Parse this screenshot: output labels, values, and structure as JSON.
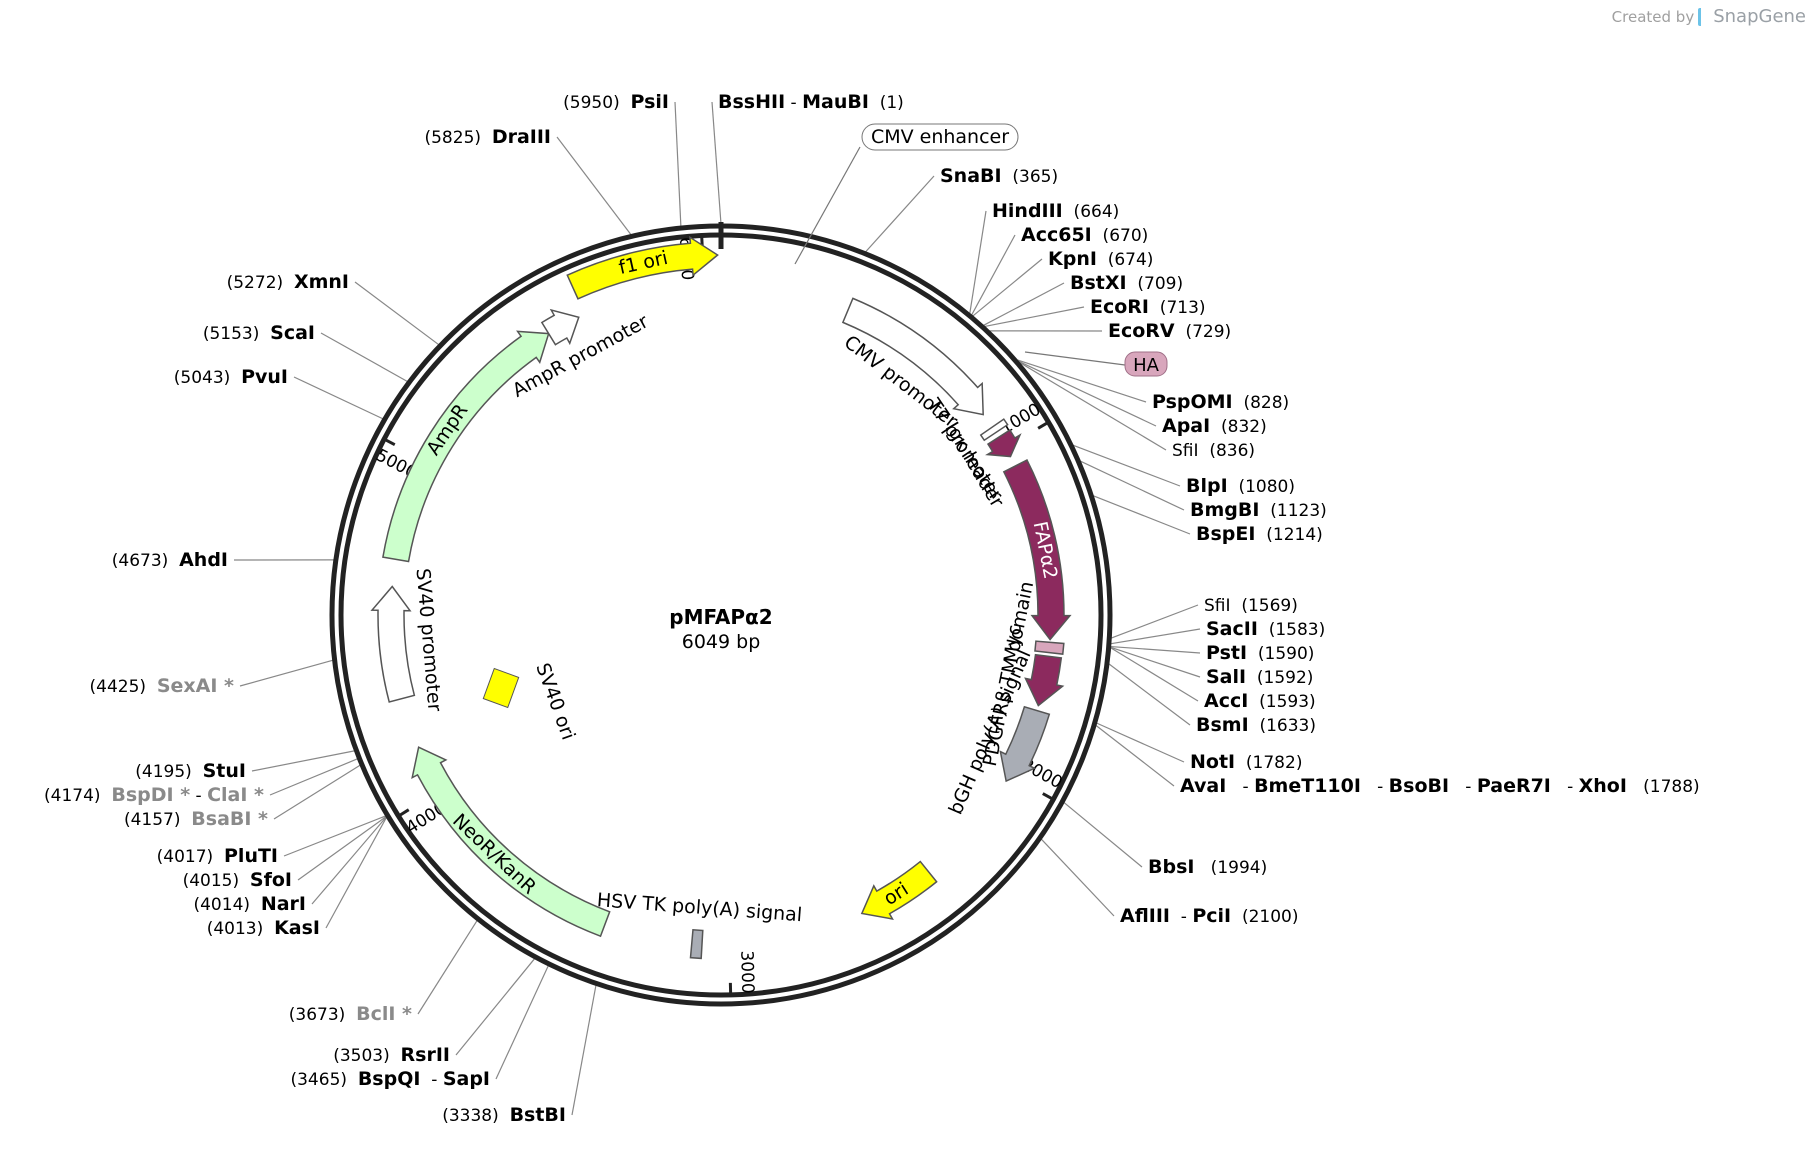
{
  "credit": {
    "created_by": "Created by",
    "brand": "SnapGene"
  },
  "plasmid": {
    "name": "pMFAPα2",
    "size_label": "6049 bp",
    "length_bp": 6049
  },
  "ticks": [
    "1000",
    "2000",
    "3000",
    "4000",
    "5000",
    "6000"
  ],
  "features": [
    {
      "id": "cmv-promoter",
      "label": "CMV promoter",
      "start": 380,
      "end": 884,
      "color": "#ffffff",
      "text_color": "#000000",
      "label_mode": "outside"
    },
    {
      "id": "cmv-enhancer",
      "label": "CMV enhancer",
      "start": 12,
      "end": 380,
      "color": "#ffffff",
      "text_color": "#000000",
      "label_mode": "callout"
    },
    {
      "id": "t7-promoter",
      "label": "T7 promoter",
      "start": 929,
      "end": 948,
      "color": "#ffffff",
      "text_color": "#000000",
      "label_mode": "outside"
    },
    {
      "id": "igk-leader",
      "label": "Igκ leader",
      "start": 964,
      "end": 1030,
      "color": "#8c2a5e",
      "text_color": "#000000",
      "label_mode": "outside"
    },
    {
      "id": "ha",
      "label": "HA",
      "start": 1033,
      "end": 1060,
      "color": "#d8a6bc",
      "text_color": "#000000",
      "label_mode": "callout"
    },
    {
      "id": "fapa2",
      "label": "FAPα2",
      "start": 1061,
      "end": 1584,
      "color": "#8c2a5e",
      "text_color": "#ffffff",
      "label_mode": "inside"
    },
    {
      "id": "myc",
      "label": "Myc",
      "start": 1592,
      "end": 1622,
      "color": "#d8a6bc",
      "text_color": "#000000",
      "label_mode": "outside"
    },
    {
      "id": "pdgfr-tm",
      "label": "PDGFRβ TM domain",
      "start": 1633,
      "end": 1780,
      "color": "#8c2a5e",
      "text_color": "#000000",
      "label_mode": "outside"
    },
    {
      "id": "bgh-polya",
      "label": "bGH poly(A) signal",
      "start": 1795,
      "end": 2020,
      "color": "#a9adb5",
      "text_color": "#000000",
      "label_mode": "outside"
    },
    {
      "id": "ori",
      "label": "ori",
      "start": 2370,
      "end": 2600,
      "color": "#ffff00",
      "text_color": "#000000",
      "label_mode": "inside"
    },
    {
      "id": "hsv-tk-polya",
      "label": "HSV TK poly(A) signal",
      "start": 3080,
      "end": 3110,
      "color": "#a9adb5",
      "text_color": "#000000",
      "label_mode": "outside"
    },
    {
      "id": "neo-kan",
      "label": "NeoR/KanR",
      "start": 3370,
      "end": 4140,
      "color": "#ccffcc",
      "text_color": "#000000",
      "label_mode": "inside"
    },
    {
      "id": "sv40-promoter",
      "label": "SV40 promoter",
      "start": 4290,
      "end": 4620,
      "color": "#ffffff",
      "text_color": "#000000",
      "label_mode": "outside"
    },
    {
      "id": "sv40-ori",
      "label": "SV40 ori",
      "start": 0,
      "end": 0,
      "color": "#ffff00",
      "text_color": "#000000",
      "label_mode": "standalone"
    },
    {
      "id": "ampr",
      "label": "AmpR",
      "start": 4700,
      "end": 5520,
      "color": "#ccffcc",
      "text_color": "#000000",
      "label_mode": "inside"
    },
    {
      "id": "ampr-promoter",
      "label": "AmpR promoter",
      "start": 5520,
      "end": 5620,
      "color": "#ffffff",
      "text_color": "#000000",
      "label_mode": "outside"
    },
    {
      "id": "f1-ori",
      "label": "f1 ori",
      "start": 5640,
      "end": 6040,
      "color": "#ffff00",
      "text_color": "#000000",
      "label_mode": "inside"
    }
  ],
  "sites": [
    {
      "id": "site-bsshii",
      "parts": [
        {
          "t": "BssHII",
          "b": true
        },
        {
          "t": " - ",
          "b": false
        },
        {
          "t": "MauBI",
          "b": true
        },
        {
          "t": "  (1)",
          "b": false
        }
      ],
      "anchor": "start",
      "cut_bp": 0
    },
    {
      "id": "site-psii",
      "parts": [
        {
          "t": "(5950)  ",
          "b": false
        },
        {
          "t": "PsiI",
          "b": true
        }
      ],
      "anchor": "end",
      "cut_bp": 5950
    },
    {
      "id": "site-draiii",
      "parts": [
        {
          "t": "(5825)  ",
          "b": false
        },
        {
          "t": "DraIII",
          "b": true
        }
      ],
      "anchor": "end",
      "cut_bp": 5825
    },
    {
      "id": "site-snabi",
      "parts": [
        {
          "t": "SnaBI",
          "b": true
        },
        {
          "t": "  (365)",
          "b": false
        }
      ],
      "anchor": "start",
      "cut_bp": 365
    },
    {
      "id": "site-hindiii",
      "parts": [
        {
          "t": "HindIII",
          "b": true
        },
        {
          "t": "  (664)",
          "b": false
        }
      ],
      "anchor": "start",
      "cut_bp": 664
    },
    {
      "id": "site-acc65i",
      "parts": [
        {
          "t": "Acc65I",
          "b": true
        },
        {
          "t": "  (670)",
          "b": false
        }
      ],
      "anchor": "start",
      "cut_bp": 670
    },
    {
      "id": "site-kpni",
      "parts": [
        {
          "t": "KpnI",
          "b": true
        },
        {
          "t": "  (674)",
          "b": false
        }
      ],
      "anchor": "start",
      "cut_bp": 674
    },
    {
      "id": "site-bstxi",
      "parts": [
        {
          "t": "BstXI",
          "b": true
        },
        {
          "t": "  (709)",
          "b": false
        }
      ],
      "anchor": "start",
      "cut_bp": 709
    },
    {
      "id": "site-ecori",
      "parts": [
        {
          "t": "EcoRI",
          "b": true
        },
        {
          "t": "  (713)",
          "b": false
        }
      ],
      "anchor": "start",
      "cut_bp": 713
    },
    {
      "id": "site-ecorv",
      "parts": [
        {
          "t": "EcoRV",
          "b": true
        },
        {
          "t": "  (729)",
          "b": false
        }
      ],
      "anchor": "start",
      "cut_bp": 729
    },
    {
      "id": "site-pspomi",
      "parts": [
        {
          "t": "PspOMI",
          "b": true
        },
        {
          "t": "  (828)",
          "b": false
        }
      ],
      "anchor": "start",
      "cut_bp": 828
    },
    {
      "id": "site-apai",
      "parts": [
        {
          "t": "ApaI",
          "b": true
        },
        {
          "t": "  (832)",
          "b": false
        }
      ],
      "anchor": "start",
      "cut_bp": 832
    },
    {
      "id": "site-sfii-1",
      "parts": [
        {
          "t": "SfiI",
          "b": false
        },
        {
          "t": "  (836)",
          "b": false
        }
      ],
      "anchor": "start",
      "cut_bp": 836
    },
    {
      "id": "site-blpi",
      "parts": [
        {
          "t": "BlpI",
          "b": true
        },
        {
          "t": "  (1080)",
          "b": false
        }
      ],
      "anchor": "start",
      "cut_bp": 1080
    },
    {
      "id": "site-bmgbi",
      "parts": [
        {
          "t": "BmgBI",
          "b": true
        },
        {
          "t": "  (1123)",
          "b": false
        }
      ],
      "anchor": "start",
      "cut_bp": 1123
    },
    {
      "id": "site-bspei",
      "parts": [
        {
          "t": "BspEI",
          "b": true
        },
        {
          "t": "  (1214)",
          "b": false
        }
      ],
      "anchor": "start",
      "cut_bp": 1214
    },
    {
      "id": "site-sfii-2",
      "parts": [
        {
          "t": "SfiI",
          "b": false
        },
        {
          "t": "  (1569)",
          "b": false
        }
      ],
      "anchor": "start",
      "cut_bp": 1569
    },
    {
      "id": "site-sacii",
      "parts": [
        {
          "t": "SacII",
          "b": true
        },
        {
          "t": "  (1583)",
          "b": false
        }
      ],
      "anchor": "start",
      "cut_bp": 1583
    },
    {
      "id": "site-psti",
      "parts": [
        {
          "t": "PstI",
          "b": true
        },
        {
          "t": "  (1590)",
          "b": false
        }
      ],
      "anchor": "start",
      "cut_bp": 1590
    },
    {
      "id": "site-sali",
      "parts": [
        {
          "t": "SalI",
          "b": true
        },
        {
          "t": "  (1592)",
          "b": false
        }
      ],
      "anchor": "start",
      "cut_bp": 1592
    },
    {
      "id": "site-acci",
      "parts": [
        {
          "t": "AccI",
          "b": true
        },
        {
          "t": "  (1593)",
          "b": false
        }
      ],
      "anchor": "start",
      "cut_bp": 1593
    },
    {
      "id": "site-bsmi",
      "parts": [
        {
          "t": "BsmI",
          "b": true
        },
        {
          "t": "  (1633)",
          "b": false
        }
      ],
      "anchor": "start",
      "cut_bp": 1633
    },
    {
      "id": "site-noti",
      "parts": [
        {
          "t": "NotI",
          "b": true
        },
        {
          "t": "  (1782)",
          "b": false
        }
      ],
      "anchor": "start",
      "cut_bp": 1782
    },
    {
      "id": "site-avai",
      "parts": [
        {
          "t": "AvaI",
          "b": true
        },
        {
          "t": "   - ",
          "b": false
        },
        {
          "t": "BmeT110I",
          "b": true
        },
        {
          "t": "   - ",
          "b": false
        },
        {
          "t": "BsoBI",
          "b": true
        },
        {
          "t": "   - ",
          "b": false
        },
        {
          "t": "PaeR7I",
          "b": true
        },
        {
          "t": "   - ",
          "b": false
        },
        {
          "t": "XhoI",
          "b": true
        },
        {
          "t": "   (1788)",
          "b": false
        }
      ],
      "anchor": "start",
      "cut_bp": 1788
    },
    {
      "id": "site-bbsi",
      "parts": [
        {
          "t": "BbsI",
          "b": true
        },
        {
          "t": "   (1994)",
          "b": false
        }
      ],
      "anchor": "start",
      "cut_bp": 1994
    },
    {
      "id": "site-afliii",
      "parts": [
        {
          "t": "AflIII",
          "b": true
        },
        {
          "t": "  - ",
          "b": false
        },
        {
          "t": "PciI",
          "b": true
        },
        {
          "t": "  (2100)",
          "b": false
        }
      ],
      "anchor": "start",
      "cut_bp": 2100
    },
    {
      "id": "site-bstbi",
      "parts": [
        {
          "t": "(3338)  ",
          "b": false
        },
        {
          "t": "BstBI",
          "b": true
        }
      ],
      "anchor": "end",
      "cut_bp": 3338
    },
    {
      "id": "site-bspqi",
      "parts": [
        {
          "t": "(3465)  ",
          "b": false
        },
        {
          "t": "BspQI",
          "b": true
        },
        {
          "t": "  - ",
          "b": false
        },
        {
          "t": "SapI",
          "b": true
        }
      ],
      "anchor": "end",
      "cut_bp": 3465
    },
    {
      "id": "site-rsrii",
      "parts": [
        {
          "t": "(3503)  ",
          "b": false
        },
        {
          "t": "RsrII",
          "b": true
        }
      ],
      "anchor": "end",
      "cut_bp": 3503
    },
    {
      "id": "site-bcli",
      "parts": [
        {
          "t": "(3673)  ",
          "b": false
        },
        {
          "t": "BclI *",
          "b": true,
          "g": true
        }
      ],
      "anchor": "end",
      "cut_bp": 3673
    },
    {
      "id": "site-kasi",
      "parts": [
        {
          "t": "(4013)  ",
          "b": false
        },
        {
          "t": "KasI",
          "b": true
        }
      ],
      "anchor": "end",
      "cut_bp": 4013
    },
    {
      "id": "site-nari",
      "parts": [
        {
          "t": "(4014)  ",
          "b": false
        },
        {
          "t": "NarI",
          "b": true
        }
      ],
      "anchor": "end",
      "cut_bp": 4014
    },
    {
      "id": "site-sfoi",
      "parts": [
        {
          "t": "(4015)  ",
          "b": false
        },
        {
          "t": "SfoI",
          "b": true
        }
      ],
      "anchor": "end",
      "cut_bp": 4015
    },
    {
      "id": "site-pluti",
      "parts": [
        {
          "t": "(4017)  ",
          "b": false
        },
        {
          "t": "PluTI",
          "b": true
        }
      ],
      "anchor": "end",
      "cut_bp": 4017
    },
    {
      "id": "site-bsabi",
      "parts": [
        {
          "t": "(4157)  ",
          "b": false
        },
        {
          "t": "BsaBI *",
          "b": true,
          "g": true
        }
      ],
      "anchor": "end",
      "cut_bp": 4157
    },
    {
      "id": "site-bspdi",
      "parts": [
        {
          "t": "(4174)  ",
          "b": false
        },
        {
          "t": "BspDI *",
          "b": true,
          "g": true
        },
        {
          "t": " - ",
          "b": false
        },
        {
          "t": "ClaI *",
          "b": true,
          "g": true
        }
      ],
      "anchor": "end",
      "cut_bp": 4174
    },
    {
      "id": "site-stui",
      "parts": [
        {
          "t": "(4195)  ",
          "b": false
        },
        {
          "t": "StuI",
          "b": true
        }
      ],
      "anchor": "end",
      "cut_bp": 4195
    },
    {
      "id": "site-sexai",
      "parts": [
        {
          "t": "(4425)  ",
          "b": false
        },
        {
          "t": "SexAI *",
          "b": true,
          "g": true
        }
      ],
      "anchor": "end",
      "cut_bp": 4425
    },
    {
      "id": "site-ahdi",
      "parts": [
        {
          "t": "(4673)  ",
          "b": false
        },
        {
          "t": "AhdI",
          "b": true
        }
      ],
      "anchor": "end",
      "cut_bp": 4673
    },
    {
      "id": "site-pvui",
      "parts": [
        {
          "t": "(5043)  ",
          "b": false
        },
        {
          "t": "PvuI",
          "b": true
        }
      ],
      "anchor": "end",
      "cut_bp": 5043
    },
    {
      "id": "site-scai",
      "parts": [
        {
          "t": "(5153)  ",
          "b": false
        },
        {
          "t": "ScaI",
          "b": true
        }
      ],
      "anchor": "end",
      "cut_bp": 5153
    },
    {
      "id": "site-xmni",
      "parts": [
        {
          "t": "(5272)  ",
          "b": false
        },
        {
          "t": "XmnI",
          "b": true
        }
      ],
      "anchor": "end",
      "cut_bp": 5272
    }
  ]
}
